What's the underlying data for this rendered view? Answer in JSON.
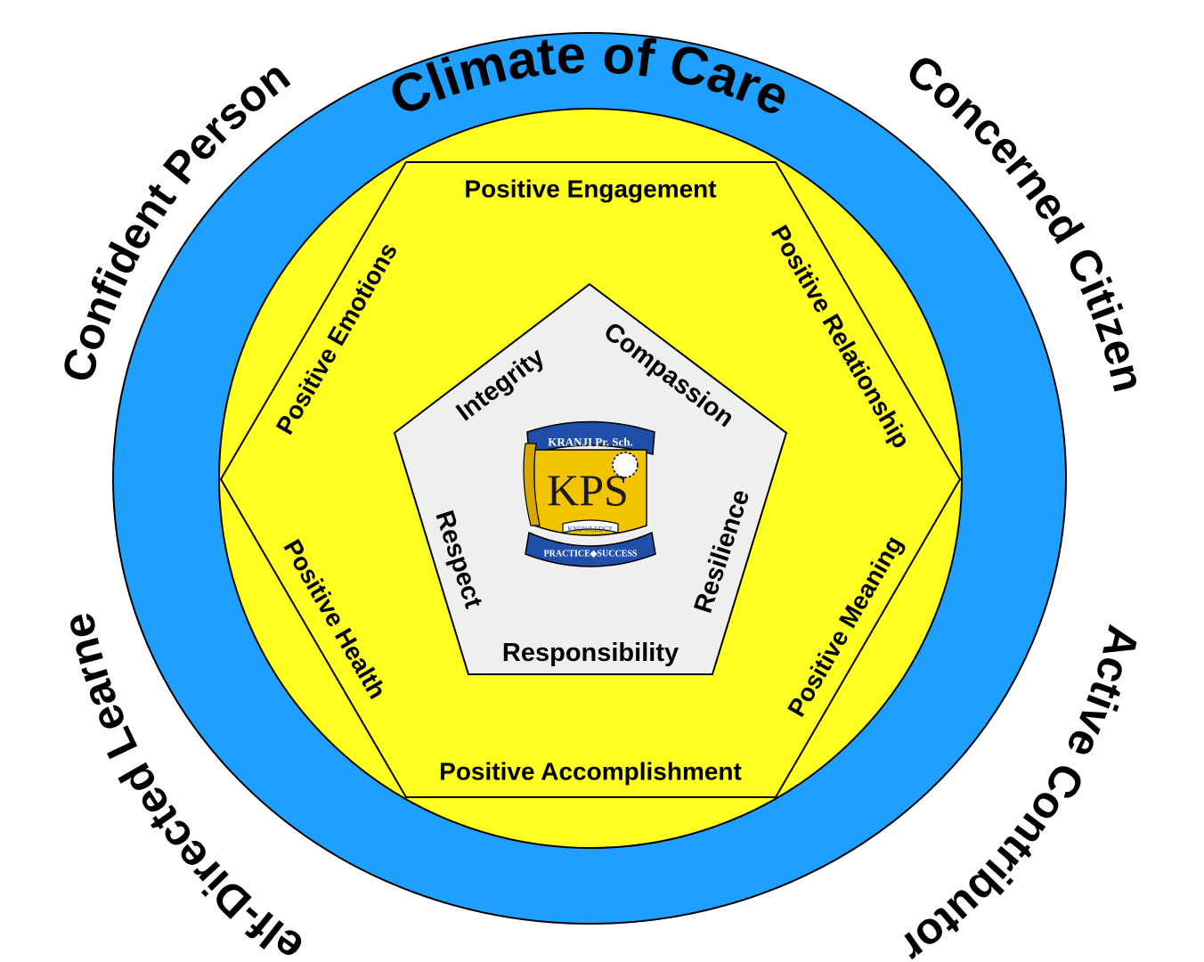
{
  "title": "Climate of Care",
  "outcomes": {
    "top_left": "Confident Person",
    "top_right": "Concerned Citizen",
    "bottom_left": "Self-Directed Learner",
    "bottom_right": "Active Contributor"
  },
  "pillars": {
    "top": "Positive Engagement",
    "upper_left": "Positive Emotions",
    "upper_right": "Positive Relationship",
    "lower_left": "Positive Health",
    "lower_right": "Positive Meaning",
    "bottom": "Positive Accomplishment"
  },
  "values": {
    "integrity": "Integrity",
    "compassion": "Compassion",
    "respect": "Respect",
    "resilience": "Resilience",
    "responsibility": "Responsibility"
  },
  "logo": {
    "school_name": "KRANJI Pr. Sch.",
    "monogram": "KPS",
    "motto_top": "KNOWLEDGE",
    "motto_bottom": "PRACTICE◆SUCCESS"
  },
  "colors": {
    "outer_ring": "#1fa0ff",
    "inner_circle": "#ffff22",
    "pentagon": "#efefef",
    "logo_blue": "#1f4fa8",
    "logo_gold": "#f2c400"
  }
}
